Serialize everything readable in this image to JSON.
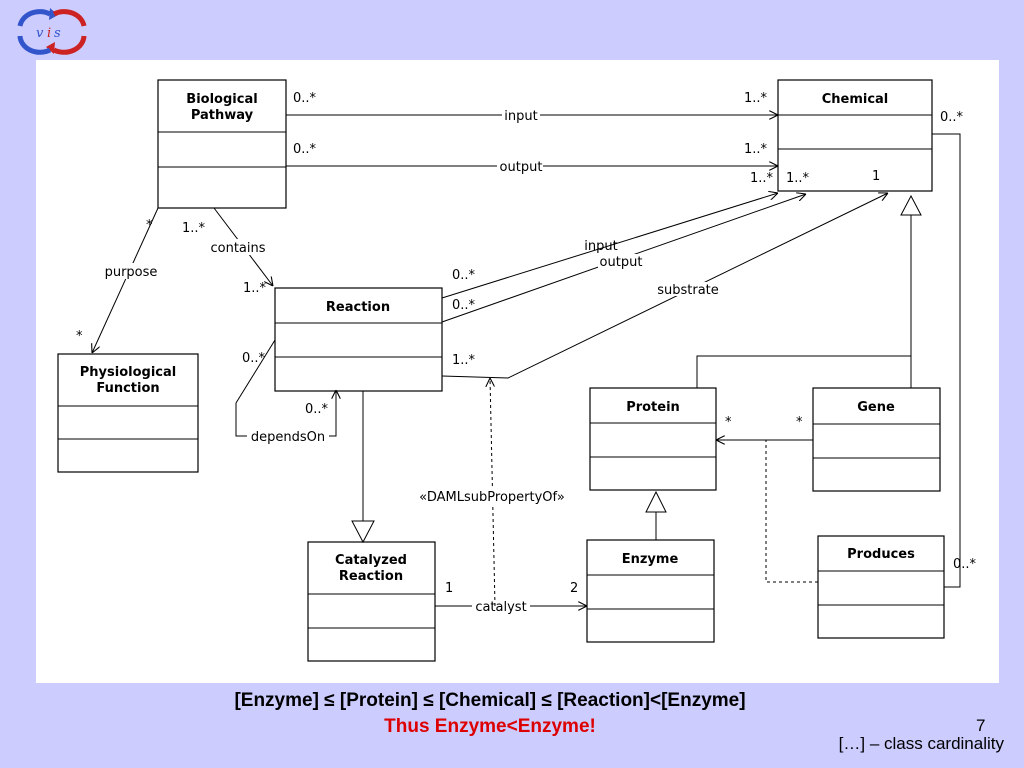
{
  "classes": {
    "biological_pathway": [
      "Biological",
      "Pathway"
    ],
    "chemical": "Chemical",
    "reaction": "Reaction",
    "physiological_function": [
      "Physiological",
      "Function"
    ],
    "protein": "Protein",
    "gene": "Gene",
    "catalyzed_reaction": [
      "Catalyzed",
      "Reaction"
    ],
    "enzyme": "Enzyme",
    "produces": "Produces"
  },
  "associations": {
    "bp_chem_input": {
      "label": "input",
      "source_mult": "0..*",
      "target_mult": "1..*"
    },
    "bp_chem_output": {
      "label": "output",
      "source_mult": "0..*",
      "target_mult": "1..*"
    },
    "chemical_produces": {
      "source_mult": "0..*",
      "target_mult": "0..*"
    },
    "reaction_chem_input": {
      "label": "input",
      "source_mult": "0..*",
      "target_mult": "1..*"
    },
    "reaction_chem_output": {
      "label": "output",
      "source_mult": "0..*",
      "target_mult": "1..*"
    },
    "reaction_chem_substrate": {
      "label": "substrate",
      "source_mult": "1..*",
      "target_mult": "1"
    },
    "contains": {
      "label": "contains",
      "source_mult": "1..*",
      "target_mult": "1..*"
    },
    "purpose": {
      "label": "purpose",
      "source_mult": "*",
      "target_mult": "*"
    },
    "depends_on": {
      "label": "dependsOn",
      "source_mult": "0..*",
      "target_mult": "0..*"
    },
    "gene_protein": {
      "source_mult": "*",
      "target_mult": "*"
    },
    "catalyst": {
      "label": "catalyst",
      "source_mult": "1",
      "target_mult": "2"
    },
    "daml_subproperty": {
      "label": "«DAMLsubPropertyOf»"
    }
  },
  "caption": {
    "line1": "[Enzyme] ≤ [Protein] ≤ [Chemical] ≤ [Reaction]<[Enzyme]",
    "line2": "Thus Enzyme<Enzyme!"
  },
  "page_number": "7",
  "note": "[…] – class cardinality",
  "colors": {
    "background": "#ccccff",
    "diagram_background": "#ffffff",
    "highlight": "#dd0000",
    "logo_blue": "#3355cc",
    "logo_red": "#cc2222"
  }
}
